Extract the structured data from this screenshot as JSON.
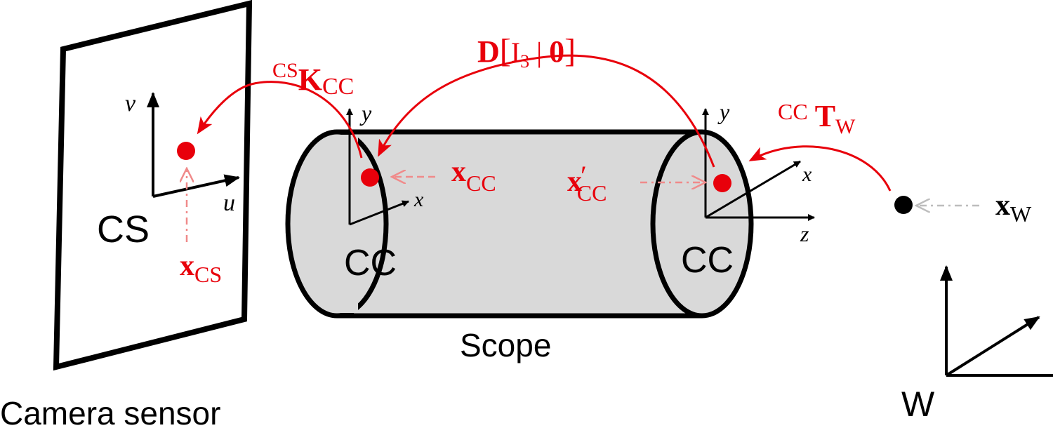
{
  "colors": {
    "red": "#e8000b",
    "pink": "#f08a8a",
    "gray_fill": "#d9d9d9",
    "light_gray": "#bdbdbd",
    "black": "#000000"
  },
  "labels": {
    "camera_sensor": "Camera sensor",
    "cs": "CS",
    "scope": "Scope",
    "cc_left": "CC",
    "cc_right": "CC",
    "w": "W"
  },
  "axes": {
    "v": "v",
    "u": "u",
    "y_left": "y",
    "x_left": "x",
    "y_right": "y",
    "x_right": "x",
    "z_right": "z"
  },
  "transforms": {
    "k_pre": "CS",
    "k_main": "K",
    "k_sub": "CC",
    "d_main": "D",
    "d_open": "[",
    "d_i": "I",
    "d_i_sub": "3",
    "d_bar": " | ",
    "d_zero": "0",
    "d_close": "]",
    "t_pre": "CC",
    "t_main": "T",
    "t_sub": "W"
  },
  "points": {
    "x_cc_main": "x",
    "x_cc_sub": "CC",
    "x_cc_prime_main": "x",
    "x_cc_prime_mark": "′",
    "x_cc_prime_sub": "CC",
    "x_cs_main": "x",
    "x_cs_sub": "CS",
    "x_w_main": "x",
    "x_w_sub": "W"
  }
}
